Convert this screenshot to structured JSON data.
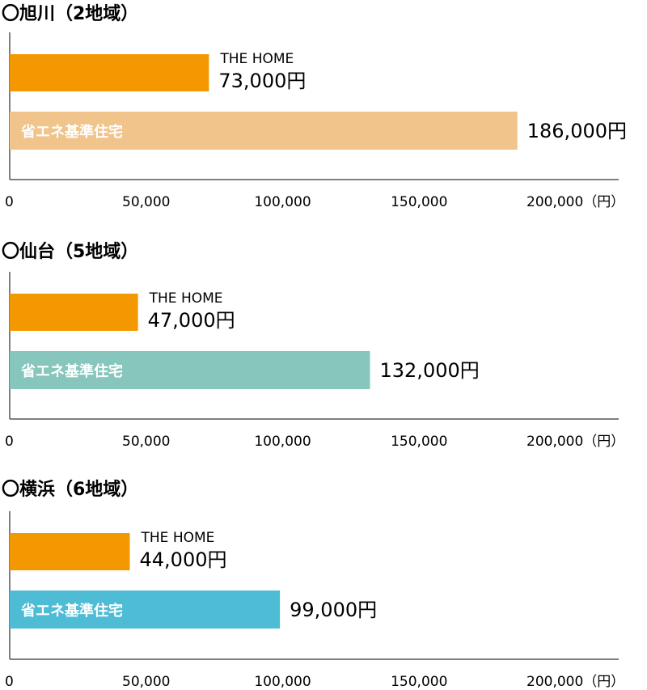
{
  "colors": {
    "the_home": "#f39800",
    "shoene_asahikawa": "#f0c48a",
    "shoene_sendai": "#86c6bc",
    "shoene_yokohama": "#4ebcd5",
    "axis": "#555555"
  },
  "chart_data": [
    {
      "type": "bar",
      "title": "〇旭川（2地域）",
      "xlim": [
        0,
        200000
      ],
      "ticks": [
        "0",
        "50,000",
        "100,000",
        "150,000",
        "200,000（円）"
      ],
      "tick_values": [
        0,
        50000,
        100000,
        150000,
        200000
      ],
      "series": [
        {
          "name": "THE HOME",
          "value": 73000,
          "value_label": "73,000円",
          "color": "#f39800"
        },
        {
          "name": "省エネ基準住宅",
          "value": 186000,
          "value_label": "186,000円",
          "color": "#f0c48a"
        }
      ]
    },
    {
      "type": "bar",
      "title": "〇仙台（5地域）",
      "xlim": [
        0,
        200000
      ],
      "ticks": [
        "0",
        "50,000",
        "100,000",
        "150,000",
        "200,000（円）"
      ],
      "tick_values": [
        0,
        50000,
        100000,
        150000,
        200000
      ],
      "series": [
        {
          "name": "THE HOME",
          "value": 47000,
          "value_label": "47,000円",
          "color": "#f39800"
        },
        {
          "name": "省エネ基準住宅",
          "value": 132000,
          "value_label": "132,000円",
          "color": "#86c6bc"
        }
      ]
    },
    {
      "type": "bar",
      "title": "〇横浜（6地域）",
      "xlim": [
        0,
        200000
      ],
      "ticks": [
        "0",
        "50,000",
        "100,000",
        "150,000",
        "200,000（円）"
      ],
      "tick_values": [
        0,
        50000,
        100000,
        150000,
        200000
      ],
      "series": [
        {
          "name": "THE HOME",
          "value": 44000,
          "value_label": "44,000円",
          "color": "#f39800"
        },
        {
          "name": "省エネ基準住宅",
          "value": 99000,
          "value_label": "99,000円",
          "color": "#4ebcd5"
        }
      ]
    }
  ]
}
